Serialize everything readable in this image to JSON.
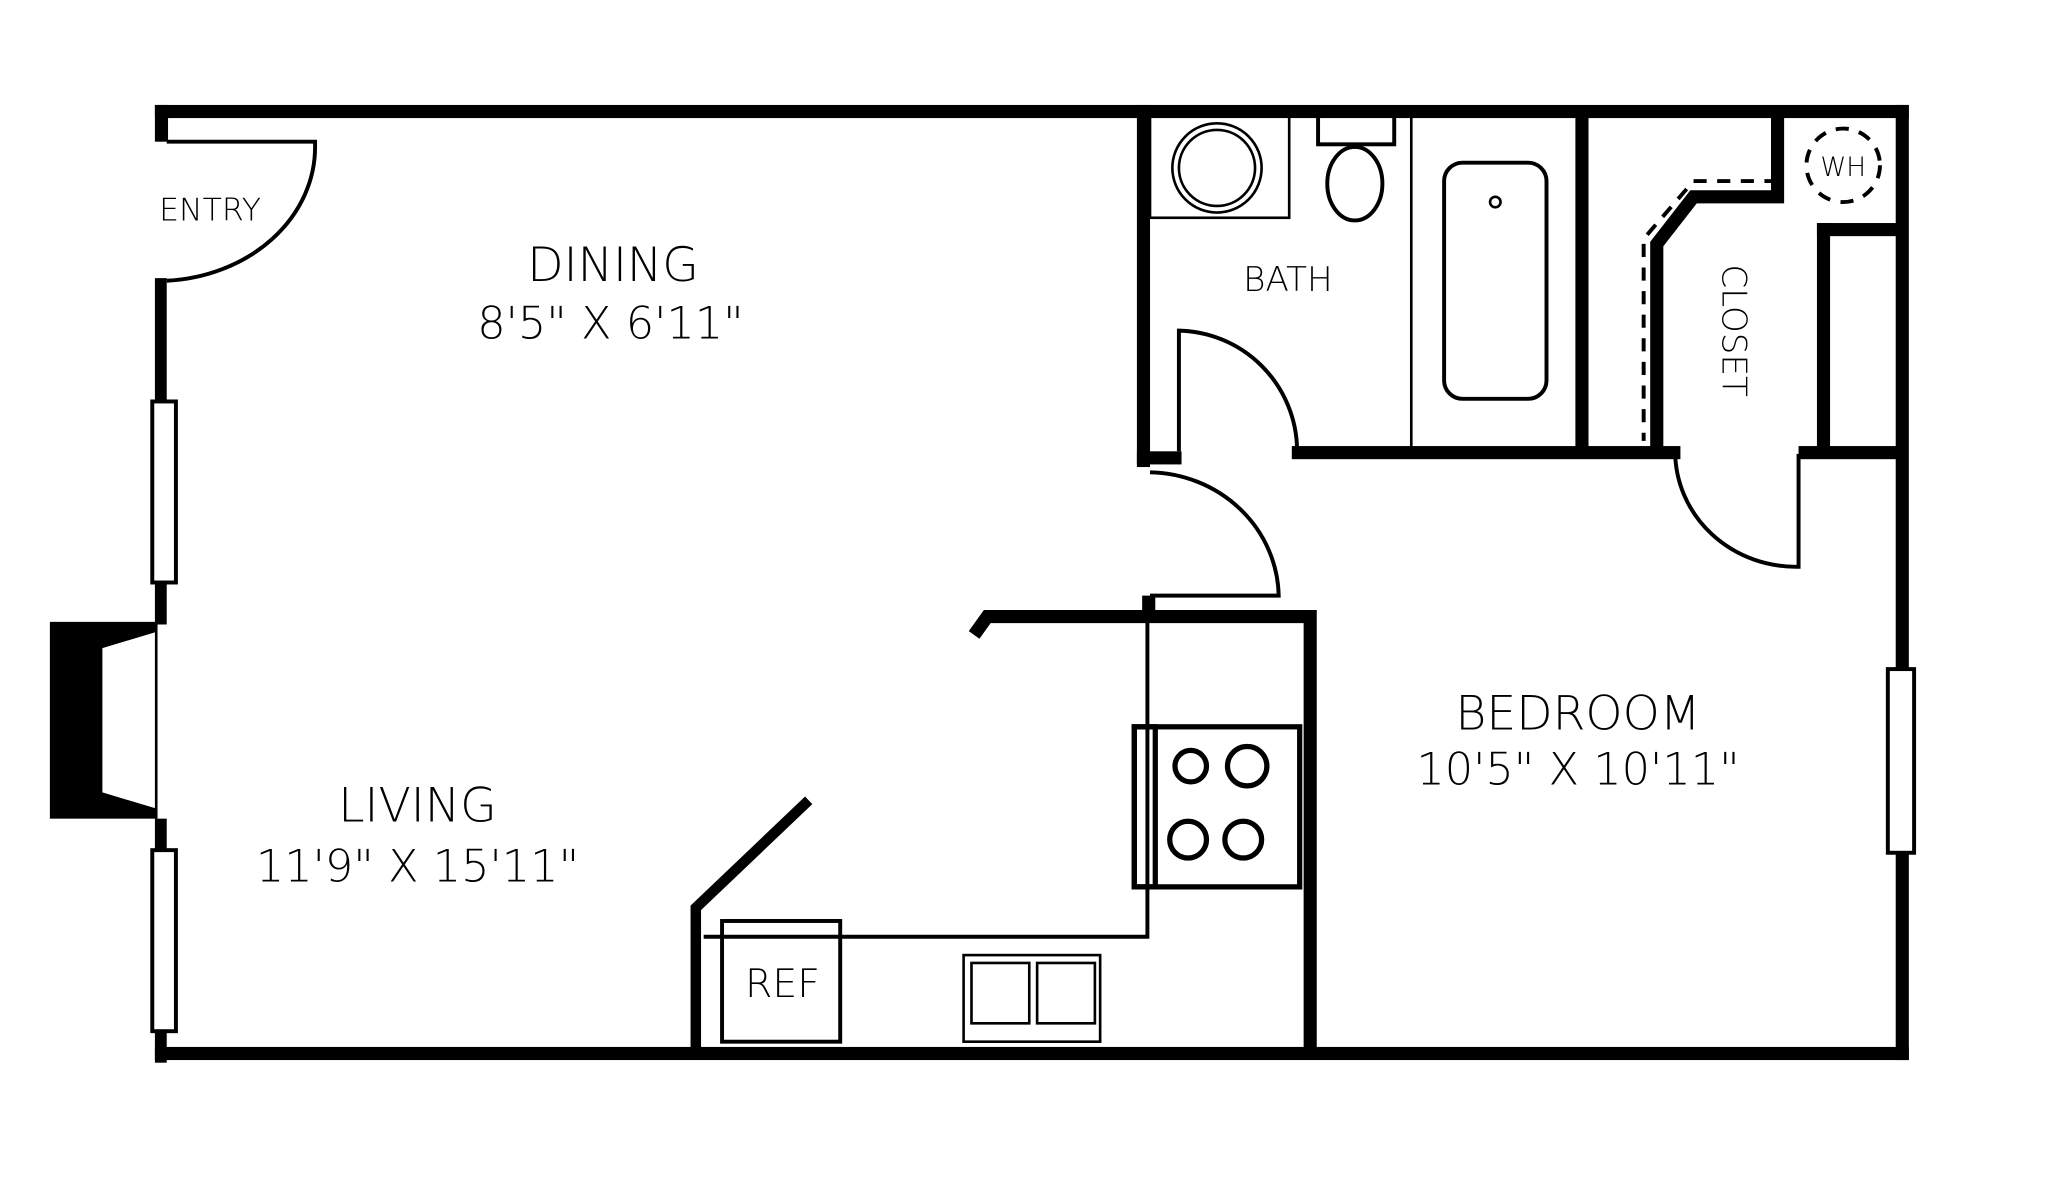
{
  "plan": {
    "colors": {
      "wall": "#000000",
      "background": "#ffffff"
    },
    "rooms": [
      {
        "id": "entry",
        "name": "ENTRY",
        "dims": ""
      },
      {
        "id": "dining",
        "name": "DINING",
        "dims": "8'5\" X 6'11\""
      },
      {
        "id": "living",
        "name": "LIVING",
        "dims": "11'9\" X 15'11\""
      },
      {
        "id": "bath",
        "name": "BATH",
        "dims": ""
      },
      {
        "id": "closet",
        "name": "CLOSET",
        "dims": ""
      },
      {
        "id": "bedroom",
        "name": "BEDROOM",
        "dims": "10'5\" X 10'11\""
      }
    ],
    "fixtures": {
      "water_heater": "WH",
      "refrigerator": "REF"
    }
  }
}
